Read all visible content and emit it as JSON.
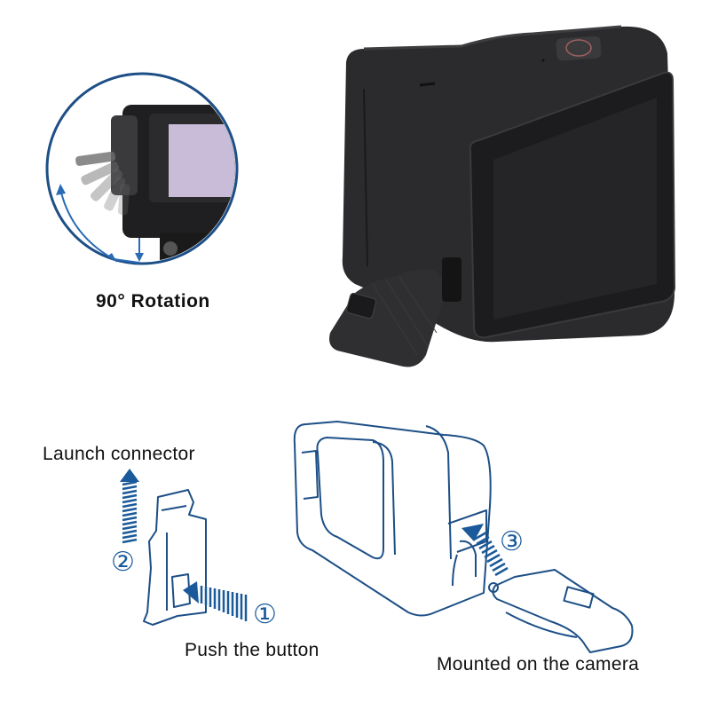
{
  "colors": {
    "accent_blue": "#1a5a9a",
    "line_blue": "#1d4f86",
    "camera_dark": "#2a2a2c",
    "screen_dark": "#1e1e20",
    "screen_lavender": "#c9bcd8",
    "background": "#ffffff"
  },
  "top_left": {
    "caption": "90° Rotation"
  },
  "top_right": {
    "subject": "action camera with side door open"
  },
  "diagram": {
    "step2_label": "Launch connector",
    "step1_label": "Push the button",
    "step3_label": "Mounted on the camera",
    "step1_number": "①",
    "step2_number": "②",
    "step3_number": "③"
  }
}
